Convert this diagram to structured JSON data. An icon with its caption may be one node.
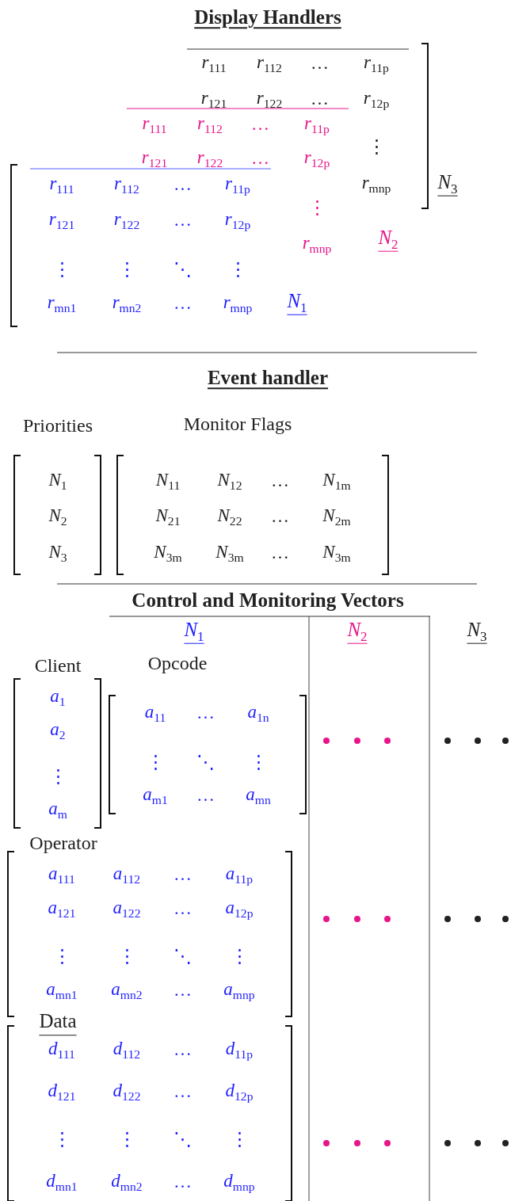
{
  "diagram": {
    "labels": [
      "Display Handlers",
      "*r*$_{111}$",
      "*r*$_{112}$",
      "…",
      "*r*$_{11p}$",
      "*r*$_{121}$",
      "*r*$_{122}$",
      "…",
      "*r*$_{12p}$",
      "⋮",
      "*r*$_{mnp}$",
      "*N*$_{3}$",
      "*r*$_{111}$",
      "*r*$_{112}$",
      "…",
      "*r*$_{11p}$",
      "*r*$_{121}$",
      "*r*$_{122}$",
      "…",
      "*r*$_{12p}$",
      "⋮",
      "*r*$_{mnp}$",
      "*N*$_{2}$",
      "*r*$_{111}$",
      "*r*$_{112}$",
      "…",
      "*r*$_{11p}$",
      "*r*$_{121}$",
      "*r*$_{122}$",
      "…",
      "*r*$_{12p}$",
      "⋮",
      "⋮",
      "⋱",
      "⋮",
      "*r*$_{mn1}$",
      "*r*$_{mn2}$",
      "…",
      "*r*$_{mnp}$",
      "*N*$_{1}$",
      "Event handler",
      "Priorities",
      "Monitor Flags",
      "*N*$_{1}$",
      "*N*$_{2}$",
      "*N*$_{3}$",
      "*N*$_{11}$",
      "*N*$_{12}$",
      "…",
      "*N*$_{1m}$",
      "*N*$_{21}$",
      "*N*$_{22}$",
      "…",
      "*N*$_{2m}$",
      "*N*$_{3m}$",
      "*N*$_{3m}$",
      "…",
      "*N*$_{3m}$",
      "Control and Monitoring Vectors",
      "*N*$_{1}$",
      "*N*$_{2}$",
      "*N*$_{3}$",
      "Client",
      "Opcode",
      "*a*$_{1}$",
      "*a*$_{2}$",
      "⋮",
      "*a*$_{m}$",
      "*a*$_{11}$",
      "…",
      "*a*$_{1n}$",
      "⋮",
      "⋱",
      "⋮",
      "*a*$_{m1}$",
      "…",
      "*a*$_{mn}$",
      "Operator",
      "*a*$_{111}$",
      "*a*$_{112}$",
      "…",
      "*a*$_{11p}$",
      "*a*$_{121}$",
      "*a*$_{122}$",
      "…",
      "*a*$_{12p}$",
      "⋮",
      "⋮",
      "⋱",
      "⋮",
      "*a*$_{mn1}$",
      "*a*$_{mn2}$",
      "…",
      "*a*$_{mnp}$",
      "Data",
      "*d*$_{111}$",
      "*d*$_{112}$",
      "…",
      "*d*$_{11p}$",
      "*d*$_{121}$",
      "*d*$_{122}$",
      "…",
      "*d*$_{12p}$",
      "⋮",
      "⋮",
      "⋱",
      "⋮",
      "*d*$_{mn1}$",
      "*d*$_{mn2}$",
      "…",
      "*d*$_{mnp}$"
    ]
  }
}
